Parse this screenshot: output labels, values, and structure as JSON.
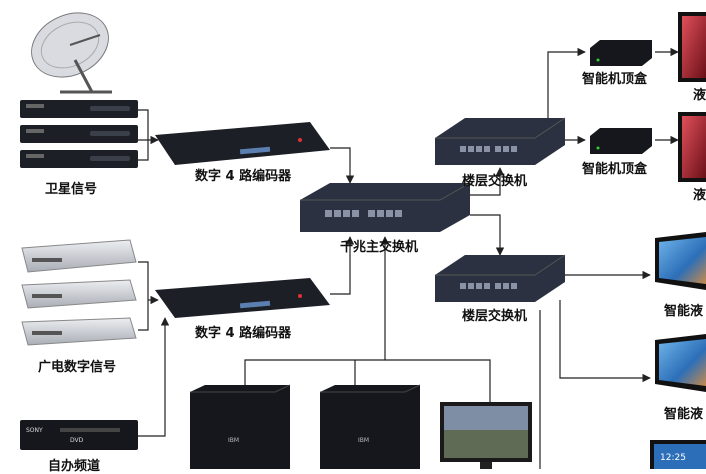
{
  "labels": {
    "satellite": "卫星信号",
    "encoder_top": "数字 4 路编码器",
    "encoder_bottom": "数字 4 路编码器",
    "core_switch": "千兆主交换机",
    "floor_switch_top": "楼层交换机",
    "floor_switch_bottom": "楼层交换机",
    "stb_top": "智能机顶盒",
    "stb_bottom": "智能机顶盒",
    "cable_tv": "广电数字信号",
    "self_channel": "自办频道",
    "smart_tv_1": "智能液",
    "smart_tv_2": "智能液",
    "tv_edge_1": "液",
    "tv_edge_2": "液"
  },
  "device_text": {
    "dvd_brand": "SONY",
    "dvd_logo": "DVD",
    "server_brand": "IBM",
    "clock": "12:25"
  },
  "colors": {
    "line": "#222222",
    "device_dark": "#1c1f26",
    "switch_body": "#2b3140",
    "port": "#8a93a6",
    "silver": "#c9ccd2",
    "screen_blue": "#4a8fd6",
    "screen_red": "#b3202a"
  }
}
